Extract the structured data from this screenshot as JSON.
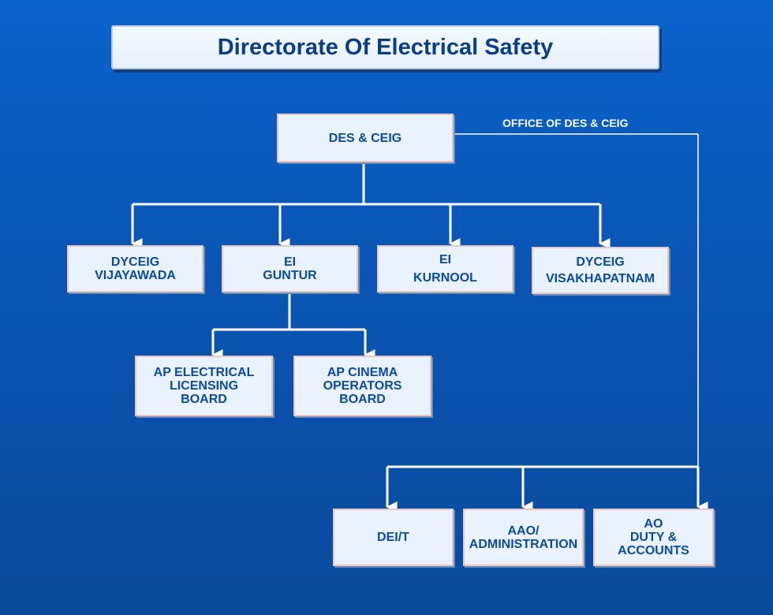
{
  "title": "Directorate Of Electrical Safety",
  "office_label": "OFFICE OF DES  & CEIG",
  "nodes": {
    "root": [
      "DES & CEIG"
    ],
    "vijayawada": [
      "DYCEIG",
      "VIJAYAWADA"
    ],
    "guntur": [
      "EI",
      "GUNTUR"
    ],
    "kurnool": [
      "EI",
      "KURNOOL"
    ],
    "visakhapatnam": [
      "DYCEIG",
      "VISAKHAPATNAM"
    ],
    "licensing": [
      "AP ELECTRICAL",
      "LICENSING",
      "BOARD"
    ],
    "cinema": [
      "AP CINEMA",
      "OPERATORS",
      "BOARD"
    ],
    "dei": [
      "DEI/T"
    ],
    "aao": [
      "AAO/",
      "ADMINISTRATION"
    ],
    "ao": [
      "AO",
      "DUTY &",
      "ACCOUNTS"
    ]
  },
  "colors": {
    "background": "#0a55b4",
    "box": "#eaf3fd",
    "text": "#0b4aa0",
    "connector": "#ffffff"
  }
}
